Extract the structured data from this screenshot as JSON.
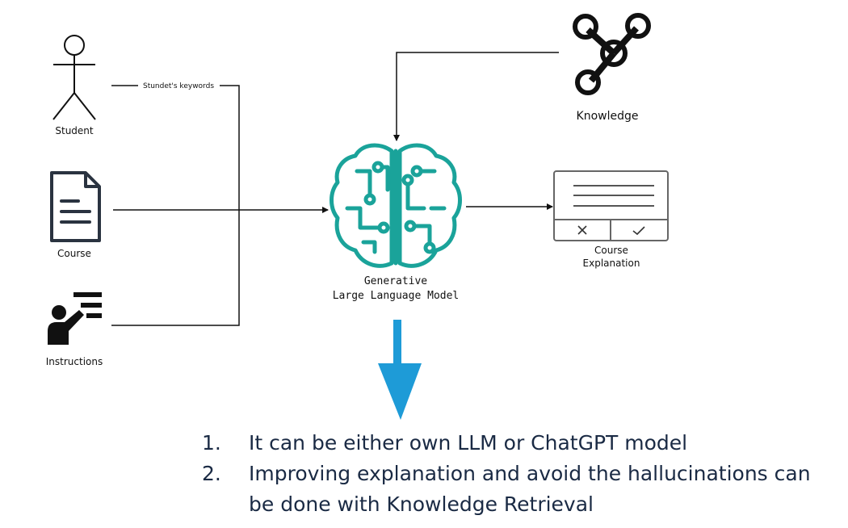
{
  "nodes": {
    "student": {
      "label": "Student",
      "icon": "stick-figure-icon"
    },
    "course": {
      "label": "Course",
      "icon": "document-icon"
    },
    "instructions": {
      "label": "Instructions",
      "icon": "presenter-icon"
    },
    "model": {
      "label_line1": "Generative",
      "label_line2": "Large Language Model",
      "icon": "ai-brain-icon"
    },
    "knowledge": {
      "label": "Knowledge",
      "icon": "knowledge-graph-icon"
    },
    "explanation": {
      "label_line1": "Course",
      "label_line2": "Explanation",
      "icon": "dialog-form-icon"
    }
  },
  "edges": {
    "student_to_model": {
      "label": "Stundet's keywords"
    }
  },
  "notes": [
    {
      "number": "1.",
      "text": "It can be either own LLM or ChatGPT model"
    },
    {
      "number": "2.",
      "text": "Improving explanation and avoid the hallucinations can be done with Knowledge Retrieval"
    }
  ],
  "colors": {
    "brain": "#1aa39a",
    "arrow_blue": "#1e9bd7",
    "lines": "#111111",
    "dialog_border": "#666666",
    "notes_text": "#1a2a44"
  }
}
